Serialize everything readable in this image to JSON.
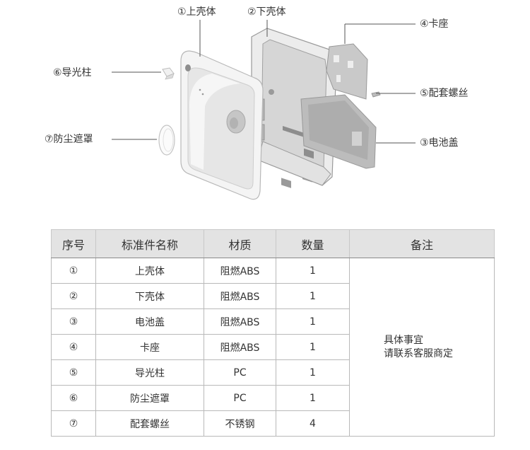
{
  "callouts": {
    "c1": "①上壳体",
    "c2": "②下壳体",
    "c3": "③电池盖",
    "c4": "④卡座",
    "c5": "⑤配套螺丝",
    "c6": "⑥导光柱",
    "c7": "⑦防尘遮罩"
  },
  "table": {
    "headers": [
      "序号",
      "标准件名称",
      "材质",
      "数量",
      "备注"
    ],
    "rows": [
      {
        "no": "①",
        "name": "上壳体",
        "material": "阻燃ABS",
        "qty": "1"
      },
      {
        "no": "②",
        "name": "下壳体",
        "material": "阻燃ABS",
        "qty": "1"
      },
      {
        "no": "③",
        "name": "电池盖",
        "material": "阻燃ABS",
        "qty": "1"
      },
      {
        "no": "④",
        "name": "卡座",
        "material": "阻燃ABS",
        "qty": "1"
      },
      {
        "no": "⑤",
        "name": "导光柱",
        "material": "PC",
        "qty": "1"
      },
      {
        "no": "⑥",
        "name": "防尘遮罩",
        "material": "PC",
        "qty": "1"
      },
      {
        "no": "⑦",
        "name": "配套螺丝",
        "material": "不锈钢",
        "qty": "4"
      }
    ],
    "note_lines": [
      "具体事宜",
      "请联系客服商定"
    ]
  }
}
